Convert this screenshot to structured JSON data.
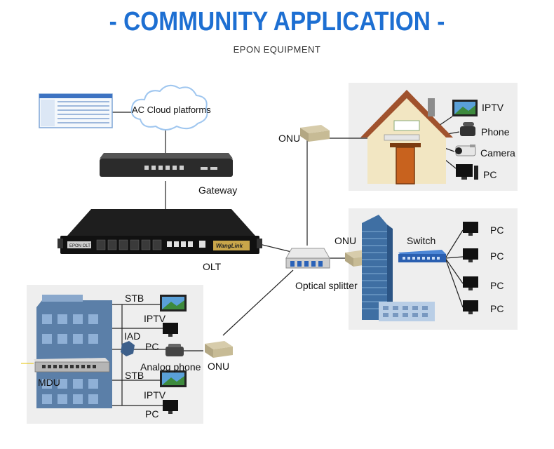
{
  "header": {
    "title": "- COMMUNITY APPLICATION -",
    "subtitle": "EPON EQUIPMENT"
  },
  "colors": {
    "title": "#1d6fd2",
    "panel": "#eeeeee",
    "device_dark": "#222222",
    "building_blue": "#5b7fa8",
    "house_roof": "#a0522d",
    "door": "#c8621e"
  },
  "labels": {
    "cloud": "AC Cloud platforms",
    "gateway": "Gateway",
    "olt": "OLT",
    "onu_house": "ONU",
    "onu_tower": "ONU",
    "onu_mdu": "ONU",
    "splitter": "Optical splitter",
    "house_iptv": "IPTV",
    "house_phone": "Phone",
    "house_camera": "Camera",
    "house_pc": "PC",
    "switch": "Switch",
    "tower_pc1": "PC",
    "tower_pc2": "PC",
    "tower_pc3": "PC",
    "tower_pc4": "PC",
    "stb1": "STB",
    "iptv1": "IPTV",
    "iad": "IAD",
    "pc_mdu1": "PC",
    "analog_phone": "Analog phone",
    "mdu": "MDU",
    "stb2": "STB",
    "iptv2": "IPTV",
    "pc_mdu2": "PC"
  },
  "device_text": {
    "olt_badge": "EPON OLT",
    "olt_brand": "WangLink"
  }
}
